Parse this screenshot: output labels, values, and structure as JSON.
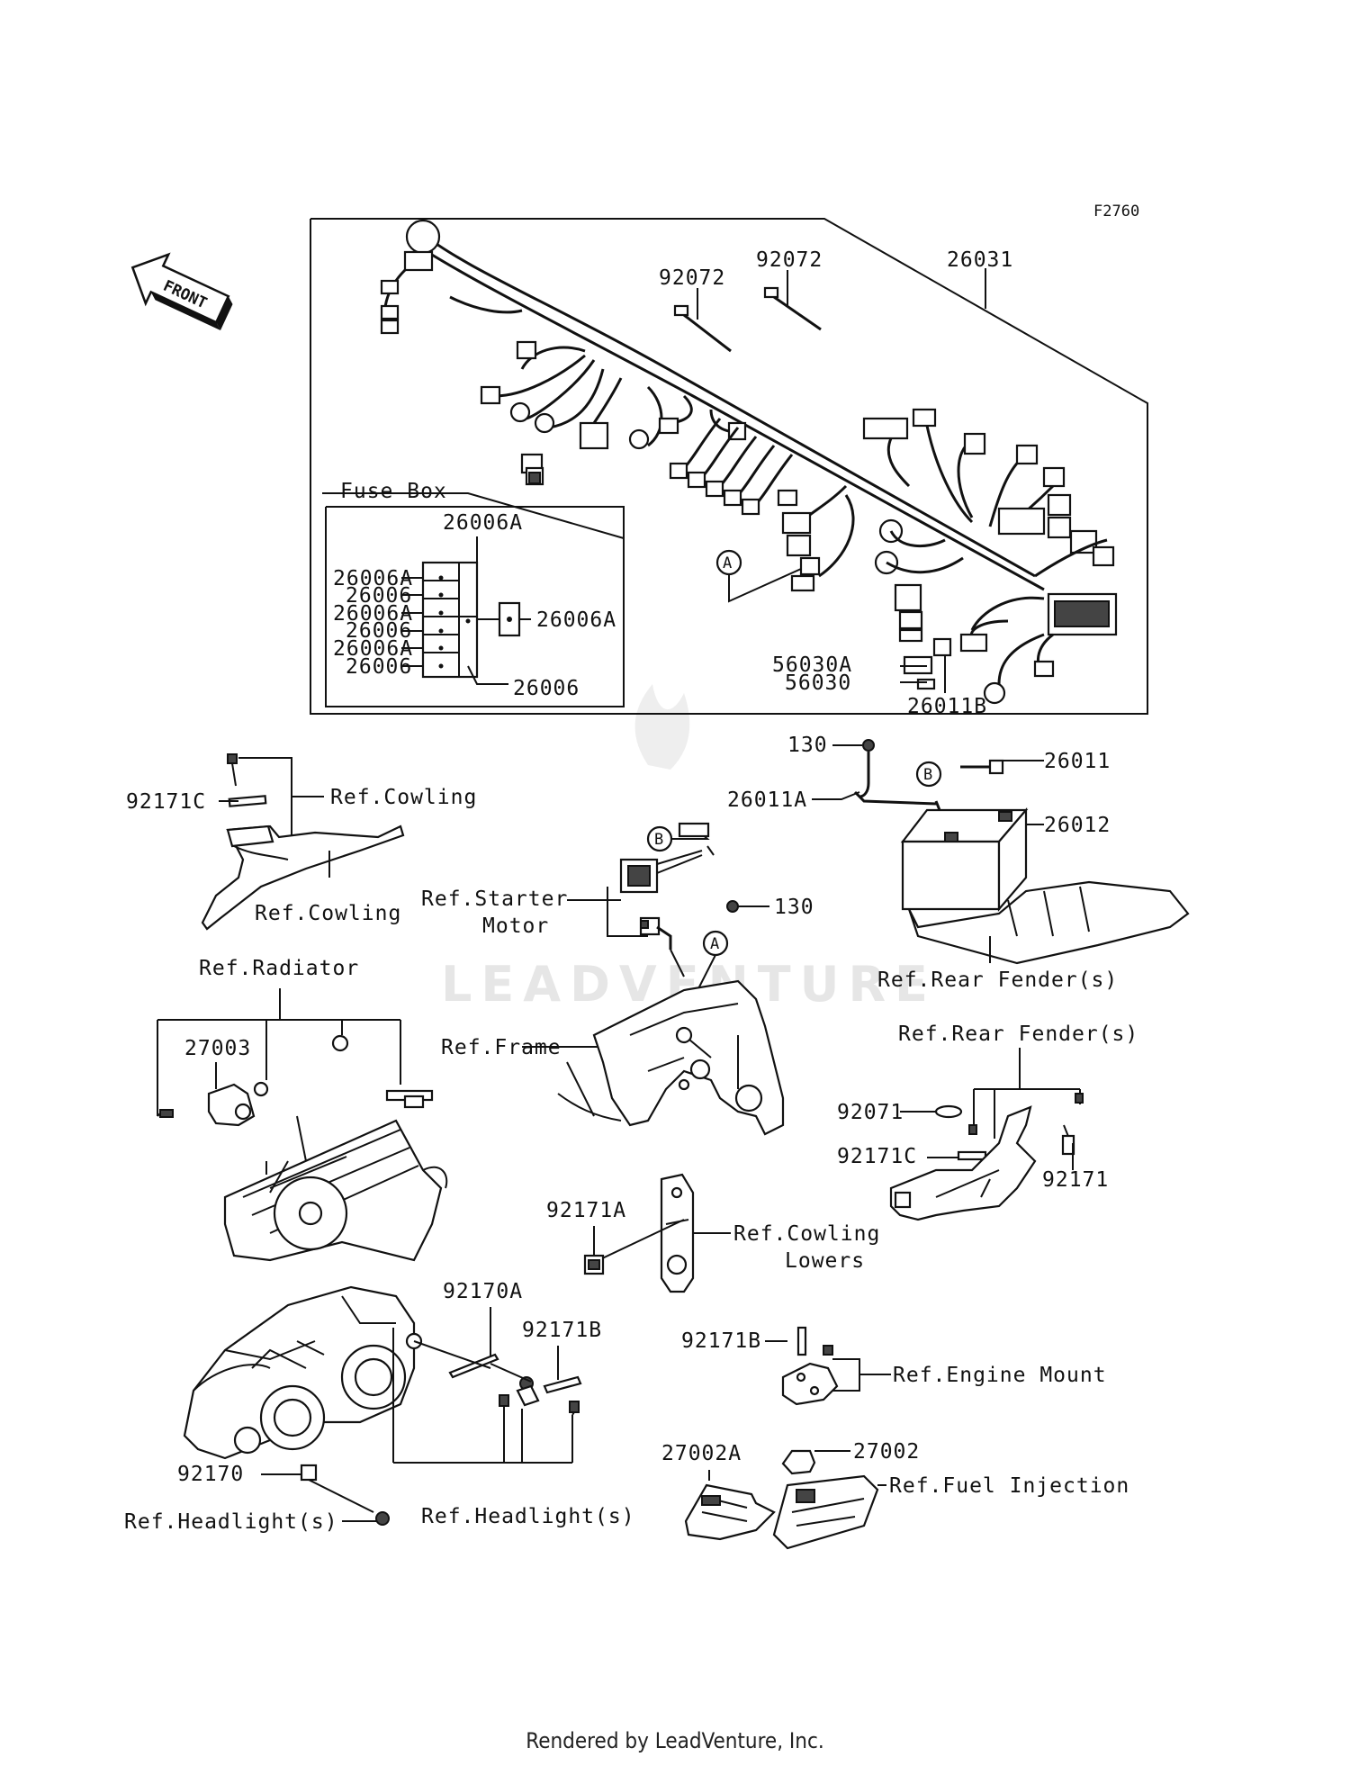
{
  "figure_code": "F2760",
  "front_marker": "FRONT",
  "watermark": "LEADVENTURE",
  "footer": "Rendered by LeadVenture, Inc.",
  "harness": {
    "part": "26031",
    "clips": [
      "92072",
      "92072"
    ],
    "ref_a": "A",
    "relay_parts": [
      "56030A",
      "56030"
    ],
    "connector": "26011B"
  },
  "fuse_box": {
    "title": "Fuse Box",
    "top": "26006A",
    "left_column": [
      "26006A",
      "26006",
      "26006A",
      "26006",
      "26006A",
      "26006"
    ],
    "right": "26006A",
    "bottom": "26006"
  },
  "battery_area": {
    "bolt_top": "130",
    "cable_a": "26011A",
    "cable": "26011",
    "battery": "26012",
    "ref_b": "B",
    "ref_rear_fender": "Ref.Rear Fender(s)"
  },
  "cowling": {
    "clip": "92171C",
    "ref_top": "Ref.Cowling",
    "ref_bottom": "Ref.Cowling"
  },
  "starter": {
    "ref_b": "B",
    "ref_starter_line1": "Ref.Starter",
    "ref_starter_line2": "Motor",
    "bolt": "130",
    "ref_a": "A",
    "ref_frame": "Ref.Frame"
  },
  "radiator": {
    "ref": "Ref.Radiator",
    "part": "27003"
  },
  "rear_fender": {
    "ref": "Ref.Rear Fender(s)",
    "grommet": "92071",
    "clip_c": "92171C",
    "clip": "92171"
  },
  "cowling_lowers": {
    "clip": "92171A",
    "ref_line1": "Ref.Cowling",
    "ref_line2": "Lowers"
  },
  "headlight": {
    "rod": "92170A",
    "clip_b": "92171B",
    "clamp": "92170",
    "ref_left": "Ref.Headlight(s)",
    "ref_right": "Ref.Headlight(s)"
  },
  "engine_mount": {
    "clip_b": "92171B",
    "ref": "Ref.Engine Mount"
  },
  "fuel_injection": {
    "part_a": "27002A",
    "part": "27002",
    "ref": "Ref.Fuel Injection"
  }
}
